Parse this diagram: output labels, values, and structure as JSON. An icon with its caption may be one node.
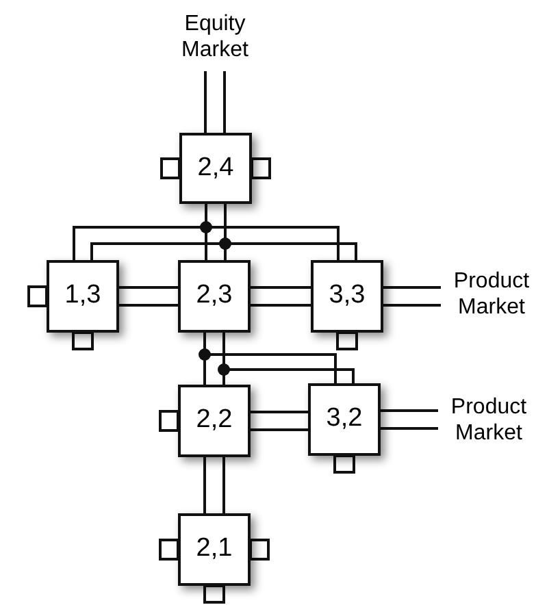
{
  "diagram": {
    "nodes": [
      {
        "text": [
          "Equity Market"
        ]
      },
      {
        "text": [
          "2,4"
        ]
      },
      {
        "text": [
          "1,3"
        ]
      },
      {
        "text": [
          "2,3"
        ]
      },
      {
        "text": [
          "3,3"
        ]
      },
      {
        "text": [
          "Product Market"
        ]
      },
      {
        "text": [
          "2,2"
        ]
      },
      {
        "text": [
          "3,2"
        ]
      },
      {
        "text": [
          "Product Market"
        ]
      },
      {
        "text": [
          "2,1"
        ]
      }
    ],
    "edges": [
      {
        "from": 0,
        "to": 1,
        "arrow": "none"
      },
      {
        "from": 1,
        "to": 3,
        "arrow": "none"
      },
      {
        "from": 1,
        "to": 2,
        "arrow": "none"
      },
      {
        "from": 1,
        "to": 4,
        "arrow": "none"
      },
      {
        "from": 2,
        "to": 3,
        "arrow": "none"
      },
      {
        "from": 3,
        "to": 4,
        "arrow": "none"
      },
      {
        "from": 4,
        "to": 5,
        "arrow": "none"
      },
      {
        "from": 3,
        "to": 6,
        "arrow": "none"
      },
      {
        "from": 3,
        "to": 7,
        "arrow": "none"
      },
      {
        "from": 6,
        "to": 7,
        "arrow": "none"
      },
      {
        "from": 7,
        "to": 8,
        "arrow": "none"
      },
      {
        "from": 6,
        "to": 9,
        "arrow": "none"
      }
    ]
  }
}
